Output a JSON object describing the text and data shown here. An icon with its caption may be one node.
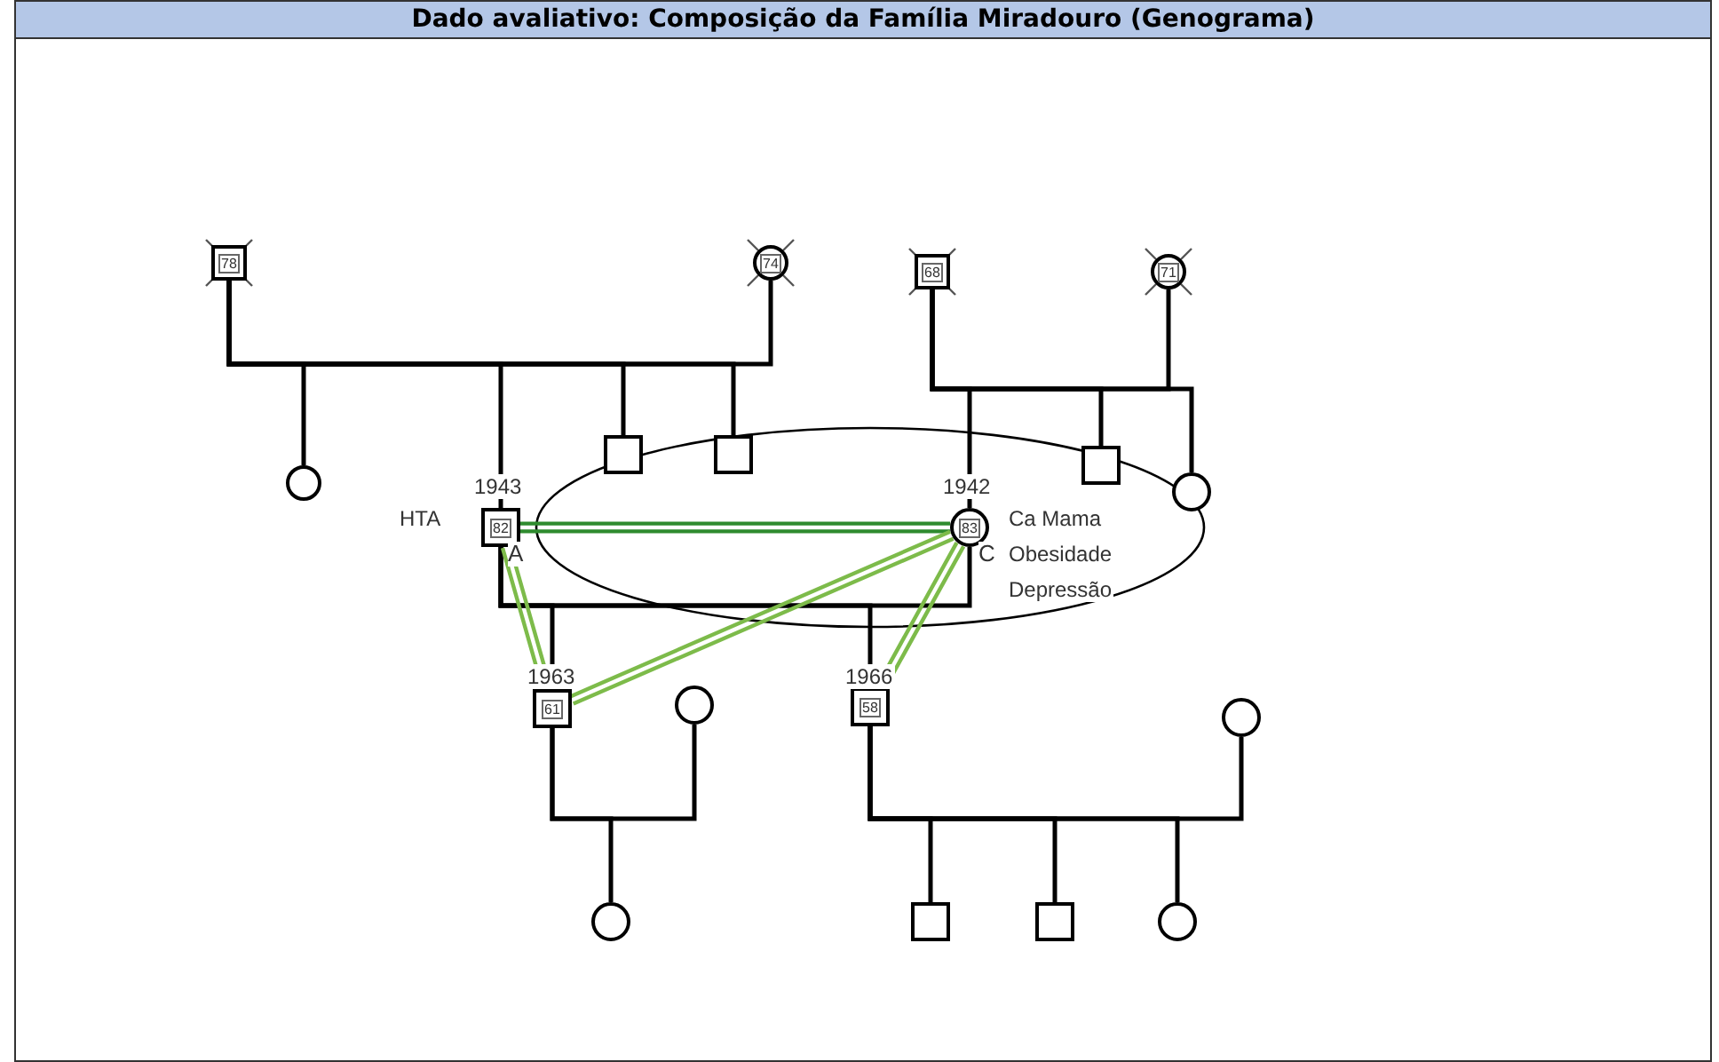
{
  "diagram": {
    "title": "Dado avaliativo: Composição da Família Miradouro (Genograma)",
    "nodes": [
      {
        "text": [
          "78"
        ]
      },
      {
        "text": [
          "74"
        ]
      },
      {
        "text": [],
        "shape": "circle"
      },
      {
        "text": [
          "82"
        ],
        "beside": [
          "1943",
          "HTA"
        ]
      },
      {
        "text": [],
        "shape": "box"
      },
      {
        "text": [],
        "shape": "box"
      },
      {
        "text": [
          "68"
        ]
      },
      {
        "text": [
          "71"
        ]
      },
      {
        "text": [
          "83"
        ],
        "beside": [
          "1942",
          "Ca Mama",
          "Obesidade",
          "Depressão"
        ]
      },
      {
        "text": [],
        "shape": "box"
      },
      {
        "text": [],
        "shape": "circle"
      },
      {
        "text": [
          "61"
        ],
        "beside": [
          "1963"
        ]
      },
      {
        "text": [],
        "shape": "circle"
      },
      {
        "text": [
          "58"
        ],
        "beside": [
          "1966"
        ]
      },
      {
        "text": [],
        "shape": "circle"
      },
      {
        "text": [],
        "shape": "circle"
      },
      {
        "text": [],
        "shape": "box"
      },
      {
        "text": [],
        "shape": "box"
      },
      {
        "text": [],
        "shape": "circle"
      }
    ],
    "edges": [
      {
        "from": 0,
        "to": 1,
        "arrow": "none"
      },
      {
        "from": 0,
        "to": 2,
        "arrow": "none"
      },
      {
        "from": 0,
        "to": 3,
        "arrow": "none"
      },
      {
        "from": 0,
        "to": 4,
        "arrow": "none"
      },
      {
        "from": 0,
        "to": 5,
        "arrow": "none"
      },
      {
        "from": 6,
        "to": 7,
        "arrow": "none"
      },
      {
        "from": 6,
        "to": 8,
        "arrow": "none"
      },
      {
        "from": 6,
        "to": 9,
        "arrow": "none"
      },
      {
        "from": 6,
        "to": 10,
        "arrow": "none"
      },
      {
        "from": 3,
        "to": 8,
        "arrow": "none"
      },
      {
        "from": 3,
        "to": 11,
        "arrow": "none"
      },
      {
        "from": 3,
        "to": 13,
        "arrow": "none"
      },
      {
        "from": 11,
        "to": 12,
        "arrow": "none"
      },
      {
        "from": 11,
        "to": 15,
        "arrow": "none"
      },
      {
        "from": 13,
        "to": 14,
        "arrow": "none"
      },
      {
        "from": 13,
        "to": 16,
        "arrow": "none"
      },
      {
        "from": 13,
        "to": 17,
        "arrow": "none"
      },
      {
        "from": 13,
        "to": 18,
        "arrow": "none"
      },
      {
        "from": 3,
        "to": 8,
        "arrow": "none",
        "color": "#2e8b2e"
      },
      {
        "from": 3,
        "to": 11,
        "arrow": "none",
        "color": "#7dbb4a"
      },
      {
        "from": 8,
        "to": 11,
        "arrow": "none",
        "color": "#7dbb4a"
      },
      {
        "from": 8,
        "to": 13,
        "arrow": "none",
        "color": "#7dbb4a"
      }
    ],
    "labels": [
      "A",
      "C"
    ]
  }
}
